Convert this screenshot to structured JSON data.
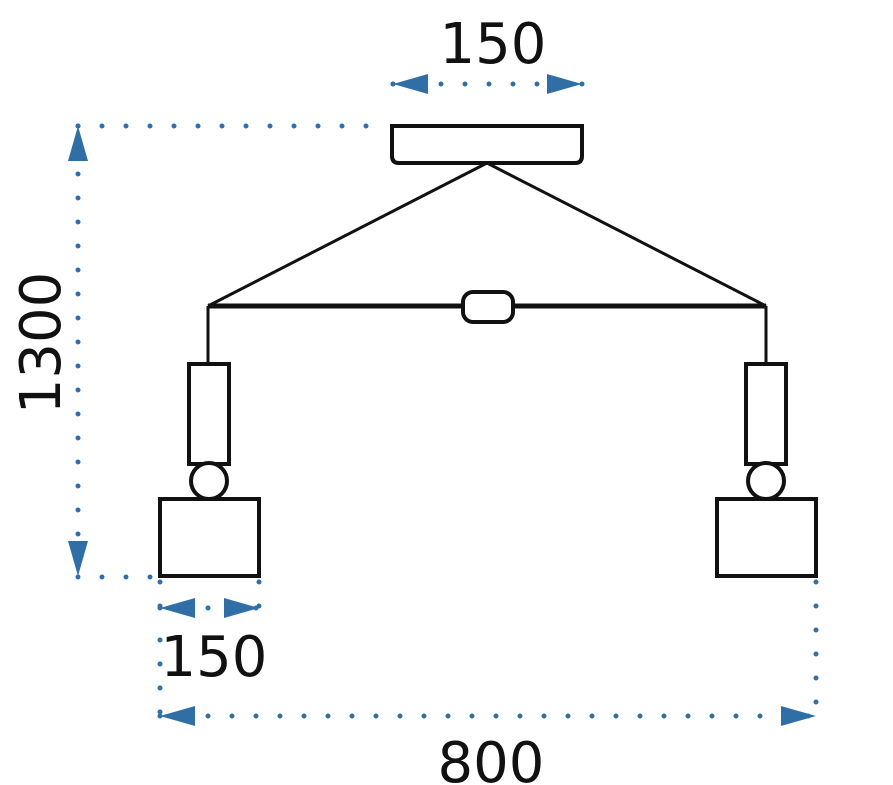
{
  "colors": {
    "line": "#111111",
    "dimension": "#2f6fa6",
    "background": "#ffffff"
  },
  "dimensions": {
    "canopy_width": "150",
    "height": "1300",
    "shade_width": "150",
    "total_width": "800"
  }
}
